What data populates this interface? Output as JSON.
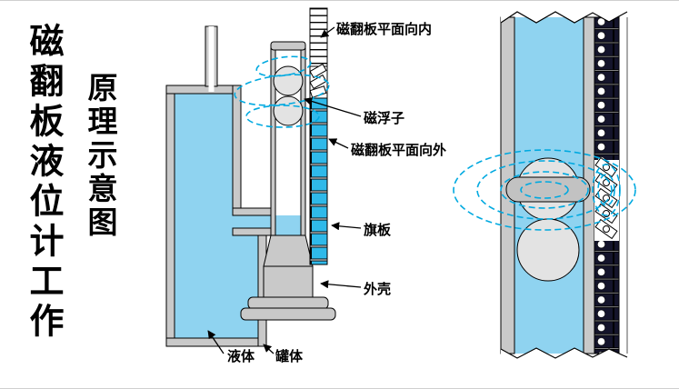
{
  "title": {
    "line1": "磁翻板液位计工作",
    "line2": "原理示意图"
  },
  "labels": {
    "flap_inward": "磁翻板平面向内",
    "float": "磁浮子",
    "flap_outward": "磁翻板平面向外",
    "flag_plate": "旗板",
    "shell": "外壳",
    "liquid": "液体",
    "tank": "罐体"
  },
  "colors": {
    "liquid": "#8fd3f0",
    "flap_blue": "#2fb9e9",
    "flap_dark": "#14142b",
    "field_line": "#00a9e0",
    "wall_gray": "#c9c9c9"
  }
}
